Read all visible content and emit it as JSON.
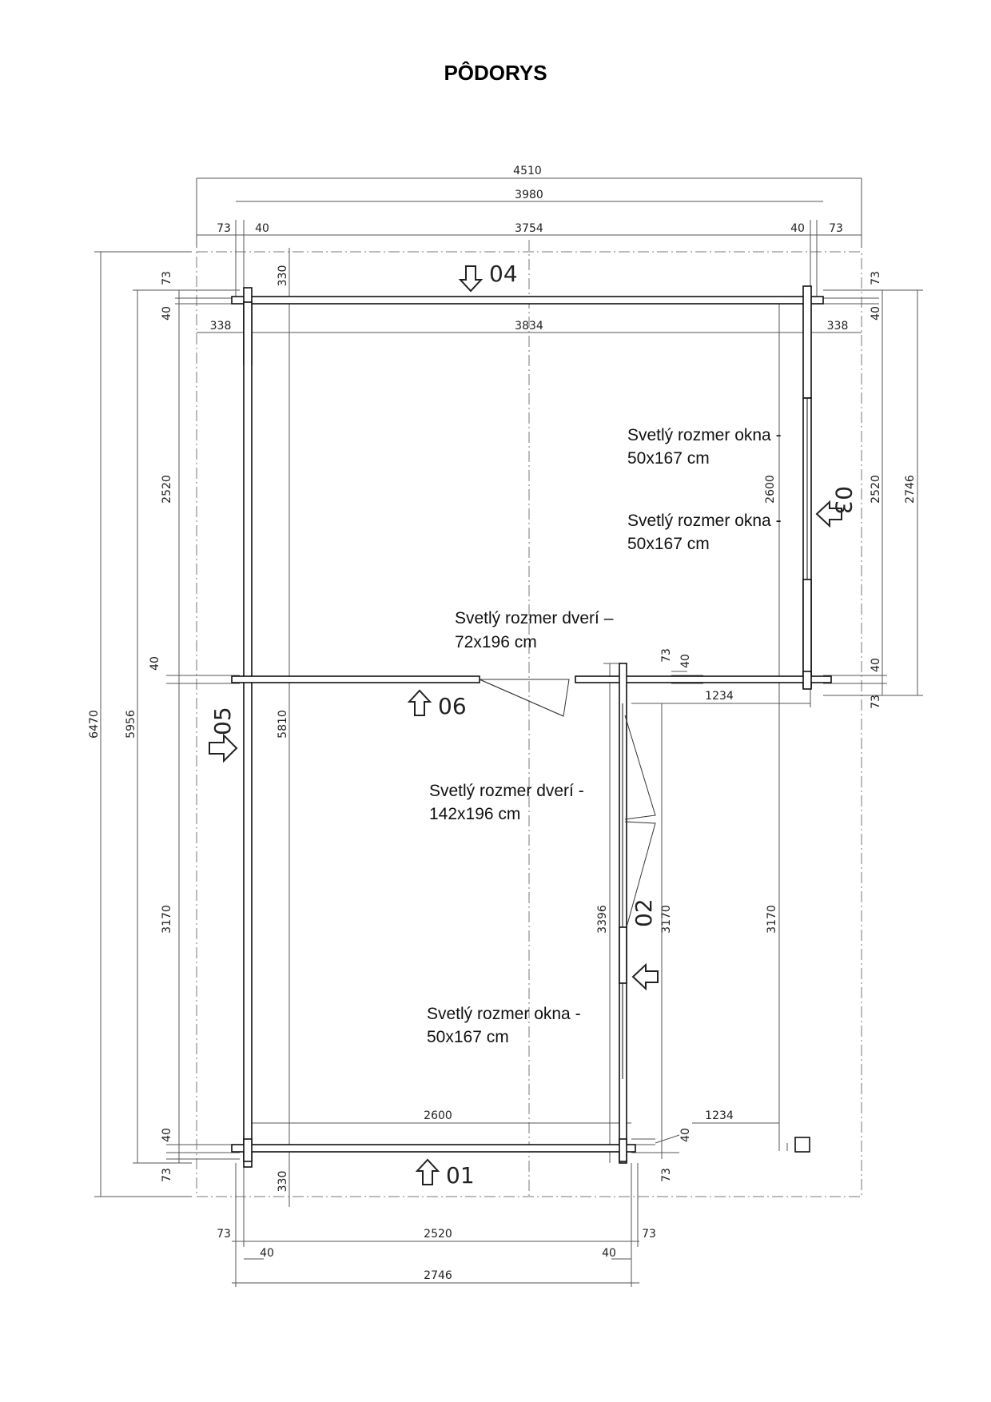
{
  "title": "PÔDORYS",
  "dimensions": {
    "top_total": "4510",
    "top_inner": "3980",
    "top_left_offset": "73",
    "top_left_wall": "40",
    "top_span": "3754",
    "top_right_wall": "40",
    "top_right_offset": "73",
    "top_left_overhang": "338",
    "top_wall_length": "3834",
    "top_right_overhang": "338",
    "top_depth_left": "330",
    "left_total": "6470",
    "left_inner": "5956",
    "left_top_offset": "73",
    "left_top_wall": "40",
    "left_upper": "2520",
    "left_mid_wall": "40",
    "left_lower": "3170",
    "left_bottom_wall": "40",
    "left_bottom_offset": "73",
    "inner_left": "5810",
    "right_upper_inner": "2600",
    "right_top_offset": "73",
    "right_top_wall": "40",
    "right_upper": "2520",
    "right_upper_total": "2746",
    "right_mid_wall": "40",
    "right_mid_offset": "73",
    "mid_offset": "73",
    "mid_wall": "40",
    "mid_step": "1234",
    "step_wall_inner": "3396",
    "step_wall_span": "3170",
    "right_lower": "3170",
    "bottom_inner": "2600",
    "bottom_step": "1234",
    "bottom_corner_wall": "40",
    "bottom_depth": "330",
    "bottom_right_offset": "73",
    "bottom_left_offset": "73",
    "bottom_span": "2520",
    "bottom_right_offset_2": "73",
    "bottom_left_wall": "40",
    "bottom_right_wall": "40",
    "bottom_total": "2746"
  },
  "labels": {
    "wall_01": "01",
    "wall_02": "02",
    "wall_03": "03",
    "wall_04": "04",
    "wall_05": "05",
    "wall_06": "06"
  },
  "notes": {
    "window_right_1_line1": "Svetlý rozmer okna -",
    "window_right_1_line2": "50x167 cm",
    "window_right_2_line1": "Svetlý rozmer okna -",
    "window_right_2_line2": "50x167 cm",
    "door_inner_line1": "Svetlý rozmer dverí –",
    "door_inner_line2": "72x196 cm",
    "door_double_line1": "Svetlý rozmer dverí -",
    "door_double_line2": "142x196 cm",
    "window_front_line1": "Svetlý rozmer okna -",
    "window_front_line2": "50x167 cm"
  }
}
